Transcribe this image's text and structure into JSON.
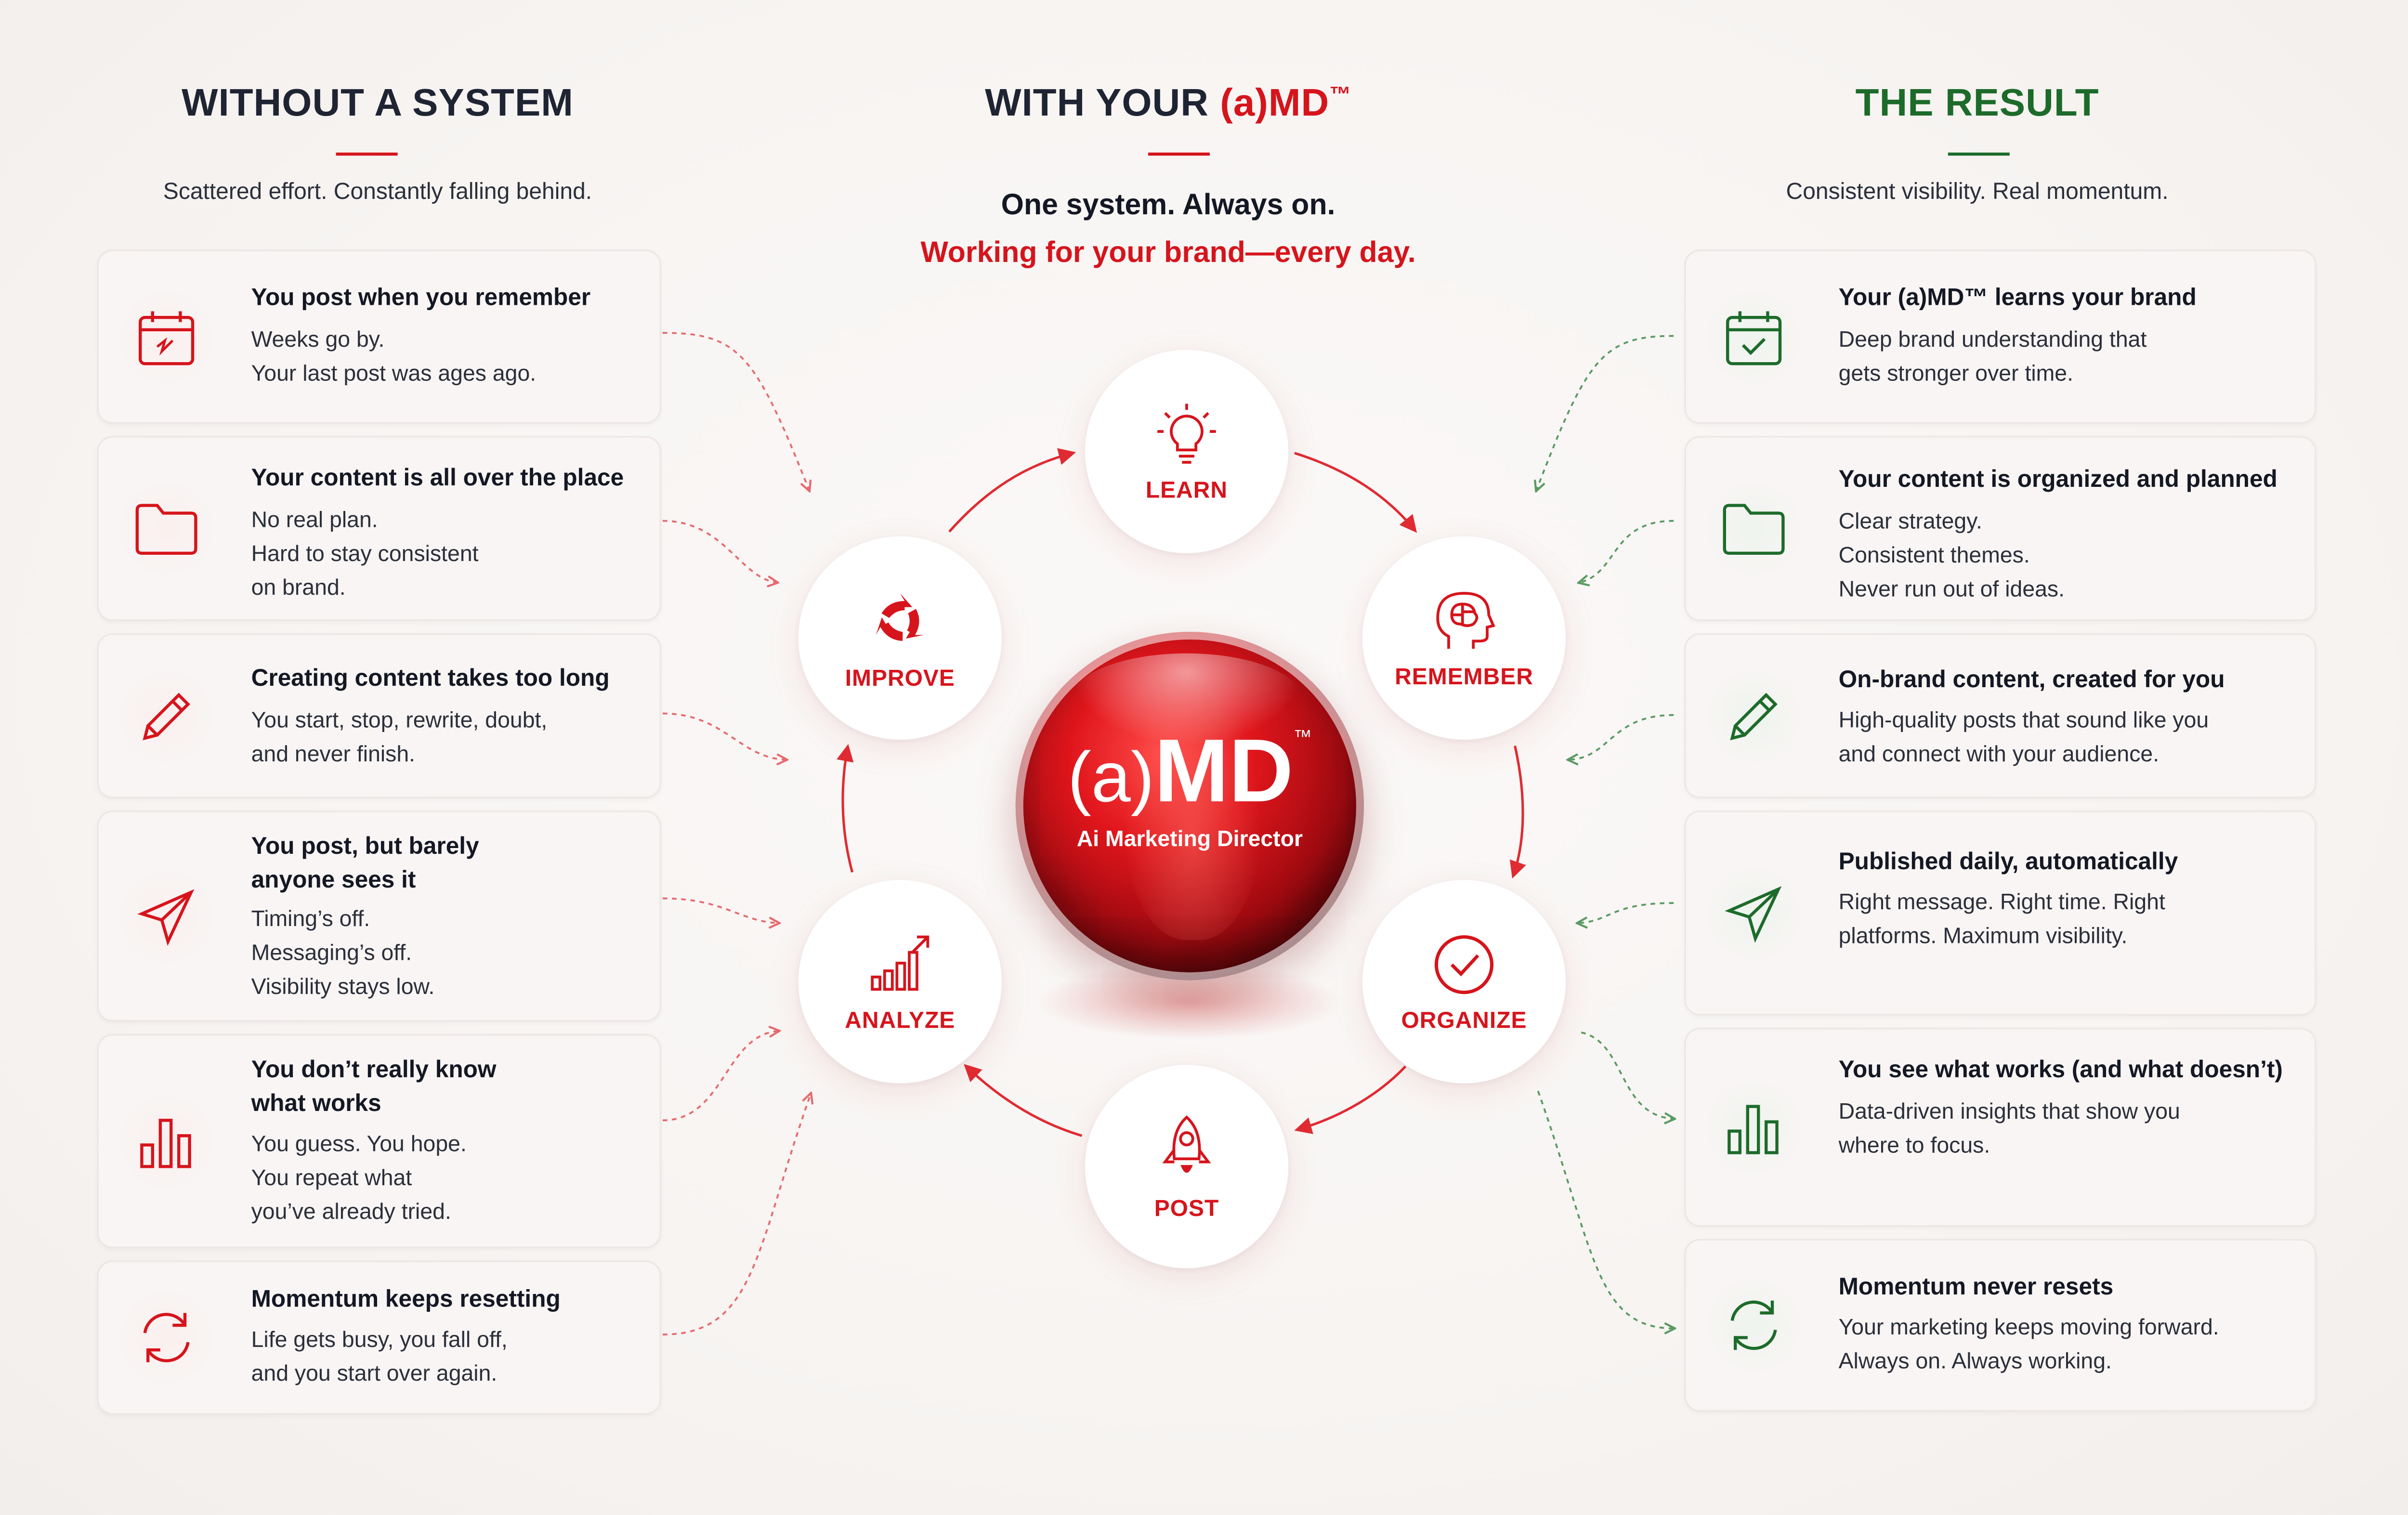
{
  "colors": {
    "red": "#d6141c",
    "green": "#1d6b2a",
    "dark": "#1f2433"
  },
  "left": {
    "title": "WITHOUT A SYSTEM",
    "subtitle": "Scattered effort. Constantly falling behind.",
    "cards": [
      {
        "icon": "calendar-icon",
        "title": "You post when you remember",
        "body": [
          "Weeks go by.",
          "Your last post was ages ago."
        ]
      },
      {
        "icon": "folder-icon",
        "title": "Your content is all over the place",
        "body": [
          "No real plan.",
          "Hard to stay consistent",
          "on brand."
        ]
      },
      {
        "icon": "pencil-icon",
        "title": "Creating content takes too long",
        "body": [
          "You start, stop, rewrite, doubt,",
          "and never finish."
        ]
      },
      {
        "icon": "paper-plane-icon",
        "title": "You post, but barely\nanyone sees it",
        "body": [
          "Timing’s off.",
          "Messaging’s off.",
          "Visibility stays low."
        ]
      },
      {
        "icon": "bar-chart-icon",
        "title": "You don’t really know\nwhat works",
        "body": [
          "You guess. You hope.",
          "You repeat what",
          "you’ve already tried."
        ]
      },
      {
        "icon": "refresh-icon",
        "title": "Momentum keeps resetting",
        "body": [
          "Life gets busy, you fall off,",
          "and you start over again."
        ]
      }
    ]
  },
  "center": {
    "title_prefix": "WITH YOUR ",
    "title_brand": "(a)MD",
    "title_tm": "™",
    "line1": "One system. Always on.",
    "line2": "Working for your brand—every day.",
    "orb_brand_prefix": "(a)",
    "orb_brand": "MD",
    "orb_tm": "™",
    "orb_caption": "Ai Marketing Director",
    "nodes": [
      {
        "key": "learn",
        "icon": "lightbulb-icon",
        "label": "LEARN"
      },
      {
        "key": "remember",
        "icon": "brain-head-icon",
        "label": "REMEMBER"
      },
      {
        "key": "organize",
        "icon": "check-circle-icon",
        "label": "ORGANIZE"
      },
      {
        "key": "post",
        "icon": "rocket-icon",
        "label": "POST"
      },
      {
        "key": "analyze",
        "icon": "growth-chart-icon",
        "label": "ANALYZE"
      },
      {
        "key": "improve",
        "icon": "recycle-arrows-icon",
        "label": "IMPROVE"
      }
    ]
  },
  "right": {
    "title": "THE RESULT",
    "subtitle": "Consistent visibility. Real momentum.",
    "cards": [
      {
        "icon": "calendar-check-icon",
        "title": "Your (a)MD™ learns your brand",
        "body": [
          "Deep brand understanding that",
          "gets stronger over time."
        ]
      },
      {
        "icon": "folder-icon",
        "title": "Your content is organized and planned",
        "body": [
          "Clear strategy.",
          "Consistent themes.",
          "Never run out of ideas."
        ]
      },
      {
        "icon": "pencil-icon",
        "title": "On-brand content, created for you",
        "body": [
          "High-quality posts that sound like you",
          "and connect with your audience."
        ]
      },
      {
        "icon": "paper-plane-icon",
        "title": "Published daily, automatically",
        "body": [
          "Right message. Right time. Right",
          "platforms. Maximum visibility."
        ]
      },
      {
        "icon": "bar-chart-icon",
        "title": "You see what works (and what doesn’t)",
        "body": [
          "Data-driven insights that show you",
          "where to focus."
        ]
      },
      {
        "icon": "refresh-icon",
        "title": "Momentum never resets",
        "body": [
          "Your marketing keeps moving forward.",
          "Always on. Always working."
        ]
      }
    ]
  }
}
